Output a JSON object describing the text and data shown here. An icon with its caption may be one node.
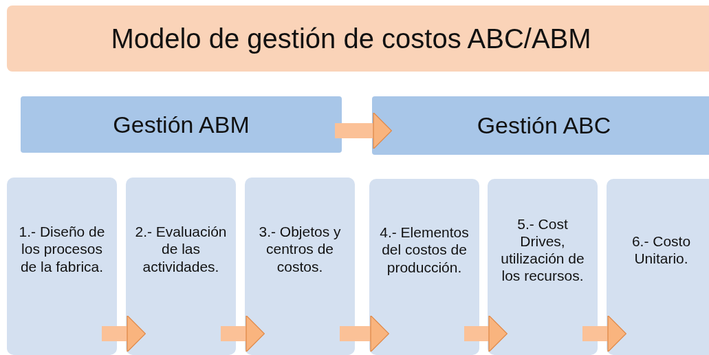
{
  "diagram": {
    "title": "Modelo de gestión de costos ABC/ABM",
    "nodes": [
      {
        "text": [
          "Gestión ABM"
        ]
      },
      {
        "text": [
          "Gestión ABC"
        ]
      },
      {
        "text": [
          "1.- Diseño de los procesos de la fabrica."
        ]
      },
      {
        "text": [
          "2.- Evaluación de las actividades."
        ]
      },
      {
        "text": [
          "3.- Objetos y centros de costos."
        ]
      },
      {
        "text": [
          "4.- Elementos del costos de producción."
        ]
      },
      {
        "text": [
          "5.- Cost Drives, utilización de los recursos."
        ]
      },
      {
        "text": [
          "6.- Costo Unitario."
        ]
      }
    ],
    "edges": [
      {
        "from": 0,
        "to": 1,
        "arrow": "to"
      },
      {
        "from": 2,
        "to": 3,
        "arrow": "to"
      },
      {
        "from": 3,
        "to": 4,
        "arrow": "to"
      },
      {
        "from": 4,
        "to": 5,
        "arrow": "to"
      },
      {
        "from": 5,
        "to": 6,
        "arrow": "to"
      },
      {
        "from": 6,
        "to": 7,
        "arrow": "to"
      }
    ]
  }
}
